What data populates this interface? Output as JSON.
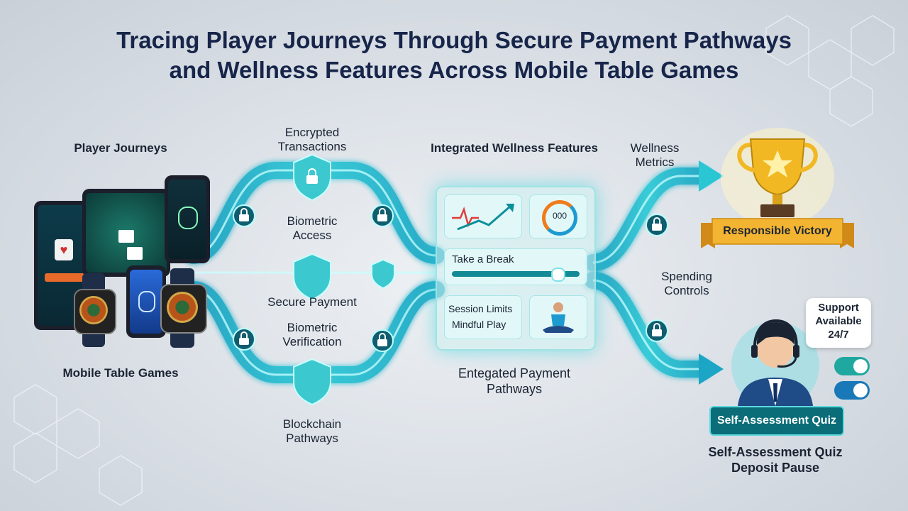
{
  "title": {
    "line1": "Tracing Player Journeys Through Secure Payment Pathways",
    "line2": "and Wellness Features Across Mobile Table Games"
  },
  "left": {
    "player_journeys": "Player Journeys",
    "mobile_table_games": "Mobile Table Games"
  },
  "paths": {
    "encrypted_transactions": [
      "Encrypted",
      "Transactions"
    ],
    "biometric_access": [
      "Biometric",
      "Access"
    ],
    "secure_payment": "Secure Payment",
    "biometric_verification": [
      "Biometric",
      "Verification"
    ],
    "blockchain_pathways": [
      "Blockchain",
      "Pathways"
    ]
  },
  "center": {
    "heading": "Integrated Wellness Features",
    "timer_value": "000",
    "take_a_break": "Take a Break",
    "take_a_break_level": 0.82,
    "session_limits": "Session Limits",
    "mindful_play": "Mindful Play",
    "subheading": [
      "Entegated Payment",
      "Pathways"
    ]
  },
  "right": {
    "wellness_metrics": [
      "Wellness",
      "Metrics"
    ],
    "responsible_victory": "Responsible Victory",
    "spending_controls": [
      "Spending",
      "Controls"
    ],
    "support_bubble": [
      "Support",
      "Available",
      "24/7"
    ],
    "self_assessment_badge": "Self-Assessment Quiz",
    "bottom_caption": [
      "Self-Assessment Quiz",
      "Deposit Pause"
    ]
  },
  "colors": {
    "teal_flow": "#1fb6c9",
    "teal_glow": "#7af0f0",
    "navy": "#17254a",
    "gold": "#f2b824"
  },
  "icons": [
    "shield-lock-icon",
    "padlock-icon",
    "heartbeat-chart-icon",
    "meditation-icon",
    "trophy-icon",
    "support-agent-icon",
    "toggle-icon",
    "fingerprint-icon",
    "roulette-icon"
  ]
}
